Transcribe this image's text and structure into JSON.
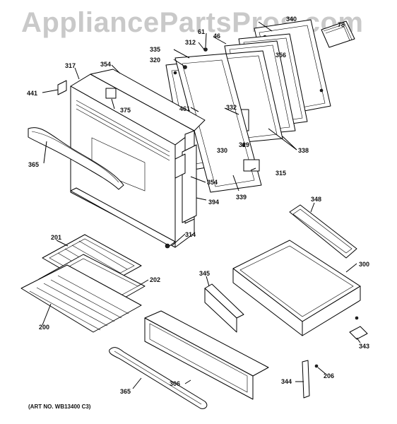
{
  "watermark": "AppliancePartsPros.com",
  "art_number": "(ART NO. WB13400 C3)",
  "part_labels": {
    "p340": "340",
    "p61": "61",
    "p46": "46",
    "p78": "78",
    "p312": "312",
    "p335": "335",
    "p356": "356",
    "p320": "320",
    "p354a": "354",
    "p317": "317",
    "p441": "441",
    "p375": "375",
    "p461": "461",
    "p332": "332",
    "p329": "329",
    "p330": "330",
    "p338": "338",
    "p365a": "365",
    "p315": "315",
    "p354b": "354",
    "p339": "339",
    "p394": "394",
    "p348": "348",
    "p314": "314",
    "p201": "201",
    "p300": "300",
    "p345": "345",
    "p202": "202",
    "p200": "200",
    "p343": "343",
    "p306": "306",
    "p206": "206",
    "p344": "344",
    "p365b": "365"
  }
}
